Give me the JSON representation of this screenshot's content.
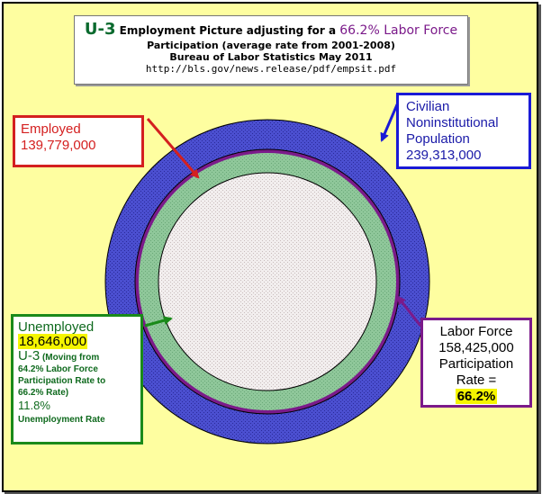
{
  "title": {
    "line1_prefix": "U-3",
    "line1_mid": " Employment Picture adjusting for a ",
    "line1_rate": "66.2% Labor Force",
    "line2": "Participation (average rate from 2001-2008)",
    "line3": "Bureau of Labor Statistics May 2011",
    "line4": "http://bls.gov/news.release/pdf/empsit.pdf"
  },
  "employed": {
    "label": "Employed",
    "value": "139,779,000"
  },
  "civilian": {
    "line1": "Civilian",
    "line2": "Noninstitutional",
    "line3": "Population",
    "value": "239,313,000"
  },
  "unemployed": {
    "label": "Unemployed",
    "value": "18,646,000",
    "u3_label": "U-3",
    "u3_note_a": " (Moving from",
    "u3_note_b": "64.2% Labor Force",
    "u3_note_c": "Participation Rate to",
    "u3_note_d": "66.2% Rate)",
    "rate_pct": "11.8%",
    "rate_label": "Unemployment Rate"
  },
  "labor_force": {
    "label": "Labor Force",
    "value": "158,425,000",
    "line3": "Participation",
    "line4": "Rate =",
    "rate": "66.2%"
  },
  "colors": {
    "background": "#fefea0",
    "population_ring": "#4b4fd0",
    "labor_force_ring": "#7b1a8a",
    "unemployed_ring": "#8fc79a",
    "employed_core": "#f2eeee",
    "employed_arrow": "#d42020",
    "civilian_arrow": "#1a1ad6",
    "unemployed_arrow": "#1a8a1a",
    "labor_force_arrow": "#7b1a8a"
  }
}
